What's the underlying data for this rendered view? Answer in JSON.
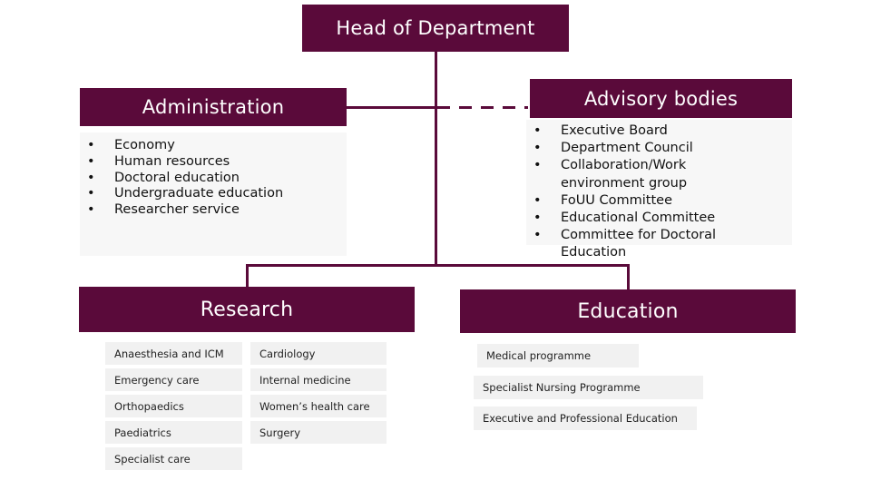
{
  "head": {
    "label": "Head of Department"
  },
  "administration": {
    "title": "Administration",
    "items": [
      "Economy",
      "Human resources",
      "Doctoral education",
      "Undergraduate education",
      "Researcher service"
    ]
  },
  "advisory": {
    "title": "Advisory bodies",
    "items": [
      "Executive Board",
      "Department Council",
      "Collaboration/Work environment group",
      "FoUU Committee",
      "Educational Committee",
      "Committee for Doctoral Education"
    ]
  },
  "research": {
    "title": "Research",
    "left": [
      "Anaesthesia and ICM",
      "Emergency care",
      "Orthopaedics",
      "Paediatrics",
      "Specialist care"
    ],
    "right": [
      "Cardiology",
      "Internal medicine",
      "Women’s health care",
      "Surgery"
    ]
  },
  "education": {
    "title": "Education",
    "items": [
      "Medical programme",
      "Specialist Nursing Programme",
      "Executive and Professional Education"
    ]
  },
  "colors": {
    "box": "#5a0a3a",
    "box_text": "#ffffff",
    "panel": "#f7f7f7",
    "tag": "#f1f1f1"
  }
}
